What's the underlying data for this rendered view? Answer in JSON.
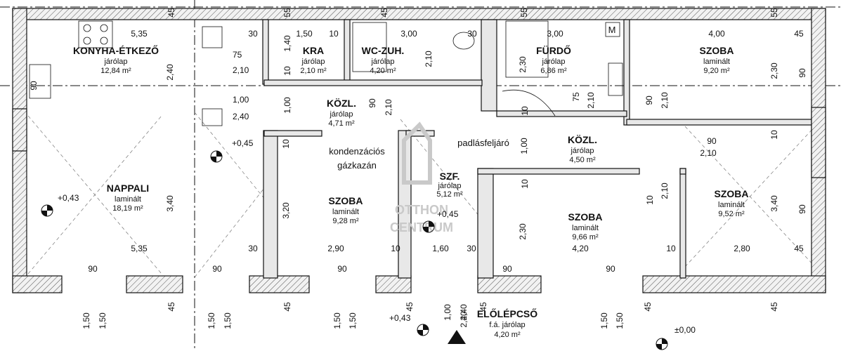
{
  "rooms": {
    "konyha": {
      "name": "KONYHA-ÉTKEZŐ",
      "floor": "járólap",
      "area": "12,84 m²"
    },
    "kra": {
      "name": "KRA",
      "floor": "járólap",
      "area": "2,10 m²"
    },
    "wc": {
      "name": "WC-ZUH.",
      "floor": "járólap",
      "area": "4,20 m²"
    },
    "furdo": {
      "name": "FÜRDŐ",
      "floor": "járólap",
      "area": "6,86 m²"
    },
    "szoba_ne": {
      "name": "SZOBA",
      "floor": "laminált",
      "area": "9,20 m²"
    },
    "kozl1": {
      "name": "KÖZL.",
      "floor": "járólap",
      "area": "4,71 m²"
    },
    "kozl2": {
      "name": "KÖZL.",
      "floor": "járólap",
      "area": "4,50 m²"
    },
    "nappali": {
      "name": "NAPPALI",
      "floor": "laminált",
      "area": "18,19 m²"
    },
    "szoba_mid": {
      "name": "SZOBA",
      "floor": "laminált",
      "area": "9,28 m²"
    },
    "szf": {
      "name": "SZF.",
      "floor": "járólap",
      "area": "5,12 m²"
    },
    "szoba_sc": {
      "name": "SZOBA",
      "floor": "laminált",
      "area": "9,66 m²"
    },
    "szoba_se": {
      "name": "SZOBA",
      "floor": "laminált",
      "area": "9,52 m²"
    },
    "eloleposo": {
      "name": "ELŐLÉPCSŐ",
      "floor": "f.á. járólap",
      "area": "4,20 m²"
    }
  },
  "notes": {
    "kondenz1": "kondenzációs",
    "kondenz2": "gázkazán",
    "padlas": "padlásfeljáró",
    "meter": "M"
  },
  "levels": {
    "nappali": "+0,43",
    "hall": "+0,45",
    "szf": "+0,45",
    "entry": "+0,43",
    "ground": "±0,00"
  },
  "watermark": {
    "line1": "OTTHON",
    "line2": "CENTRUM"
  },
  "dims_top": [
    "5,35",
    "30",
    "1,50",
    "10",
    "3,00",
    "30",
    "3,00",
    "4,00",
    "45"
  ],
  "dims_mid": [
    "5,35",
    "30",
    "2,90",
    "10",
    "1,60",
    "30",
    "4,20",
    "10",
    "2,80",
    "45"
  ],
  "dims_edge": [
    "45",
    "55",
    "45",
    "55",
    "55"
  ],
  "dims_vertical": [
    "2,40",
    "3,40",
    "1,40",
    "10",
    "2,30",
    "2,30",
    "3,20",
    "3,40",
    "2,30",
    "1,00",
    "1,00",
    "2,10",
    "2,10",
    "2,10",
    "2,10",
    "2,10",
    "2,10",
    "2,40"
  ],
  "dims_misc": [
    "75",
    "2,10",
    "1,00",
    "2,40",
    "90",
    "90",
    "90",
    "90",
    "90",
    "90",
    "90",
    "90",
    "90",
    "90",
    "10",
    "10",
    "10",
    "10",
    "10",
    "75",
    "90"
  ],
  "dims_bottom": [
    "1,50",
    "1,50",
    "1,50",
    "1,50",
    "1,50",
    "1,50",
    "1,50",
    "1,50",
    "1,00",
    "2,40",
    "45",
    "45",
    "45",
    "45",
    "45",
    "45"
  ]
}
